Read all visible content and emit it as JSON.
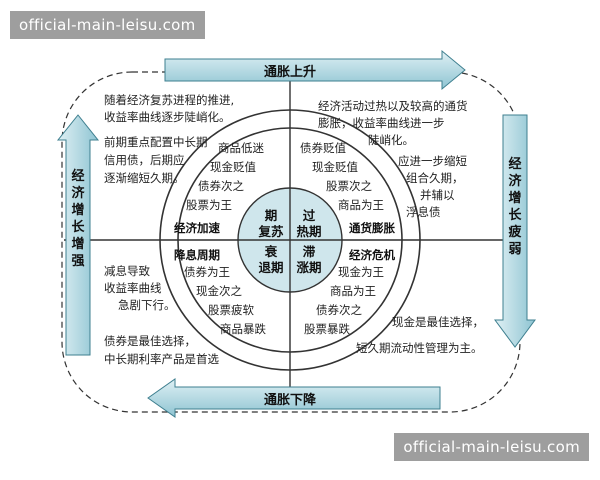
{
  "diagram": {
    "top_banner": "通胀上升",
    "bottom_banner": "通胀下降",
    "left_banner": "经济增长增强",
    "right_banner": "经济增长疲弱",
    "center": {
      "top_left": "期复苏",
      "top_right": "过热期",
      "bottom_left": "衰退期",
      "bottom_right": "滞涨期"
    },
    "ring_labels": {
      "top_left": "经济加速",
      "top_right": "通货膨胀",
      "bottom_left": "降息周期",
      "bottom_right": "经济危机"
    },
    "ring_lines": {
      "top_left": [
        "商品低迷",
        "现金贬值",
        "债券次之",
        "股票为王"
      ],
      "top_right": [
        "债券贬值",
        "现金贬值",
        "股票次之",
        "商品为王"
      ],
      "bottom_left": [
        "债券为王",
        "现金次之",
        "股票疲软",
        "商品暴跌"
      ],
      "bottom_right": [
        "现金为王",
        "商品为王",
        "债券次之",
        "股票暴跌"
      ]
    },
    "outer_notes": {
      "top_left_1": [
        "随着经济复苏进程的推进,",
        "收益率曲线逐步陡峭化。"
      ],
      "top_left_2": [
        "前期重点配置中长期",
        "信用债，后期应",
        "逐渐缩短久期。"
      ],
      "top_right_1": [
        "经济活动过热以及较高的通货",
        "膨胀，收益率曲线进一步",
        "陡峭化。"
      ],
      "top_right_2": [
        "应进一步缩短",
        "组合久期，",
        "并辅以",
        "浮息债"
      ],
      "bottom_left_1": [
        "减息导致",
        "收益率曲线",
        "急剧下行。"
      ],
      "bottom_left_2": [
        "债券是最佳选择，",
        "中长期利率产品是首选"
      ],
      "bottom_right_1": [
        "现金是最佳选择，",
        "短久期流动性管理为主。"
      ]
    },
    "colors": {
      "arrow_fill": "#a9d4de",
      "arrow_stroke": "#3e7f8f",
      "center_fill": "#cfe6ec",
      "line": "#333333"
    }
  },
  "watermark": {
    "top": "official-main-leisu.com",
    "bottom": "official-main-leisu.com"
  }
}
